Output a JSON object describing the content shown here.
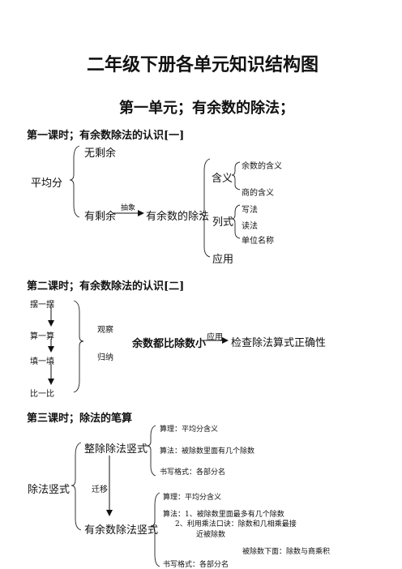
{
  "title": "二年级下册各单元知识结构图",
  "unit_title": "第一单元；有余数的除法；",
  "lesson1": {
    "heading": "第一课时；有余数除法的认识[一]",
    "root": "平均分",
    "no_remainder": "无剩余",
    "remainder": "有剩余",
    "arrow_label": "抽象",
    "target": "有余数的除法",
    "meaning": "含义",
    "meaning_items": [
      "余数的含义",
      "商的含义"
    ],
    "formula": "列式",
    "formula_items": [
      "写法",
      "读法",
      "单位名称"
    ],
    "application": "应用"
  },
  "lesson2": {
    "heading": "第二课时；有余数除法的认识[二]",
    "steps": [
      "摆一摆",
      "算一算",
      "填一填",
      "比一比"
    ],
    "observe": "观察",
    "summarize": "归纳",
    "conclusion": "余数都比除数小",
    "apply": "应用",
    "check": "检查除法算式正确性"
  },
  "lesson3": {
    "heading": "第三课时；除法的笔算",
    "root": "除法竖式",
    "exact": "整除除法竖式",
    "exact_items": [
      "算理：平均分含义",
      "算法：被除数里面有几个除数",
      "书写格式：各部分名"
    ],
    "transfer": "迁移",
    "remainder": "有余数除法竖式",
    "rem_principle": "算理：平均分含义",
    "rem_method_1": "算法：1、被除数里面最多有几个除数",
    "rem_method_2": "2、利用乘法口诀：除数和几相乘最接",
    "rem_method_3": "近被除数",
    "rem_below": "被除数下面：除数与商乘积",
    "rem_format": "书写格式：各部分名"
  }
}
